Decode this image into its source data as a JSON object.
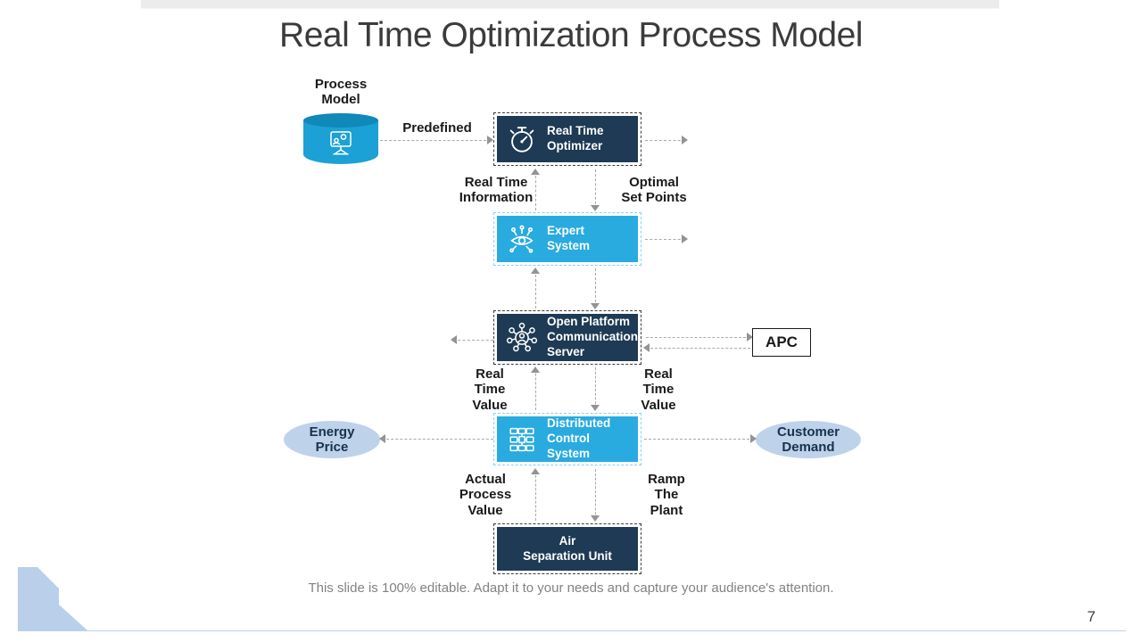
{
  "slide": {
    "title": "Real Time Optimization Process Model",
    "footer_note": "This slide is 100% editable. Adapt it to your needs and capture your audience's attention.",
    "page_number": "7"
  },
  "nodes": {
    "real_time_optimizer": {
      "line1": "Real Time",
      "line2": "Optimizer",
      "icon": "stopwatch-icon"
    },
    "expert_system": {
      "line1": "Expert",
      "line2": "System",
      "icon": "smart-eye-icon"
    },
    "opc_server": {
      "line1": "Open Platform",
      "line2": "Communication",
      "line3": "Server",
      "icon": "people-network-icon"
    },
    "apc": {
      "label": "APC"
    },
    "distributed_control_system": {
      "line1": "Distributed",
      "line2": "Control",
      "line3": "System",
      "icon": "device-network-icon"
    },
    "air_separation_unit": {
      "line1": "Air",
      "line2": "Separation Unit"
    },
    "energy_price": {
      "line1": "Energy",
      "line2": "Price"
    },
    "customer_demand": {
      "line1": "Customer",
      "line2": "Demand"
    },
    "process_model_store": {
      "icon": "presentation-gear-icon"
    }
  },
  "edge_labels": {
    "process_model": {
      "line1": "Process",
      "line2": "Model"
    },
    "predefined": "Predefined",
    "real_time_information": {
      "line1": "Real Time",
      "line2": "Information"
    },
    "optimal_set_points": {
      "line1": "Optimal",
      "line2": "Set Points"
    },
    "real_time_value_left": {
      "line1": "Real",
      "line2": "Time",
      "line3": "Value"
    },
    "real_time_value_right": {
      "line1": "Real",
      "line2": "Time",
      "line3": "Value"
    },
    "actual_process_value": {
      "line1": "Actual",
      "line2": "Process",
      "line3": "Value"
    },
    "ramp_the_plant": {
      "line1": "Ramp",
      "line2": "The",
      "line3": "Plant"
    }
  },
  "colors": {
    "navy": "#1e3a54",
    "cyan": "#29abdf",
    "cylinder_teal": "#1ba1d5",
    "cylinder_top_teal": "#1088b8",
    "ellipse_blue": "#bed2ea",
    "arrow_gray": "#a8a8a8",
    "title_gray": "#3b3b3b",
    "footer_gray": "#828282"
  }
}
